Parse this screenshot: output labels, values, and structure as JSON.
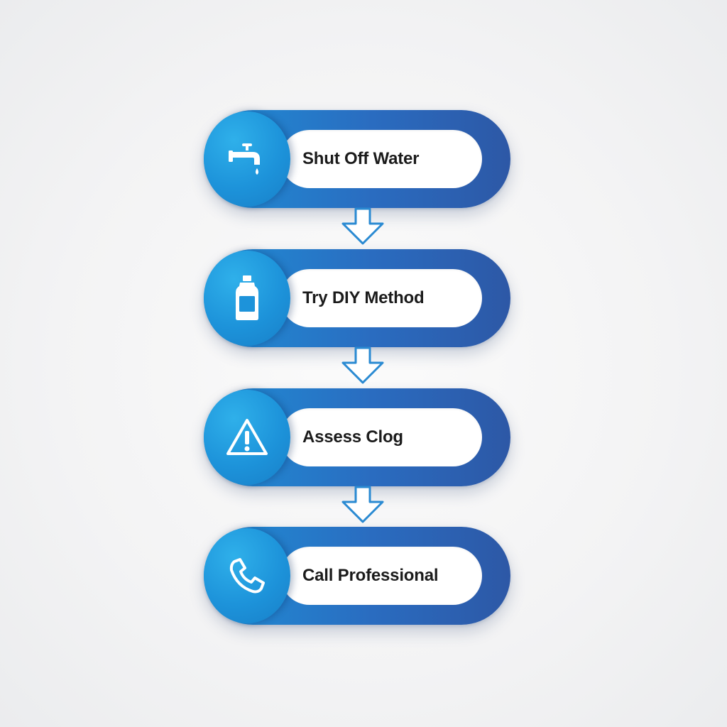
{
  "flowchart": {
    "steps": [
      {
        "label": "Shut Off Water",
        "icon": "faucet-icon"
      },
      {
        "label": "Try DIY Method",
        "icon": "bottle-icon"
      },
      {
        "label": "Assess Clog",
        "icon": "warning-icon"
      },
      {
        "label": "Call Professional",
        "icon": "phone-icon"
      }
    ],
    "arrow_icon": "down-arrow-icon"
  },
  "colors": {
    "background": "#f3f3f4",
    "pill_gradient_start": "#1f8fd6",
    "pill_gradient_end": "#2d58a6",
    "icon_circle": "#1d93da",
    "label_background": "#ffffff",
    "label_text": "#1b1b1b",
    "arrow_stroke": "#2a8ad2",
    "arrow_fill": "#ffffff"
  }
}
